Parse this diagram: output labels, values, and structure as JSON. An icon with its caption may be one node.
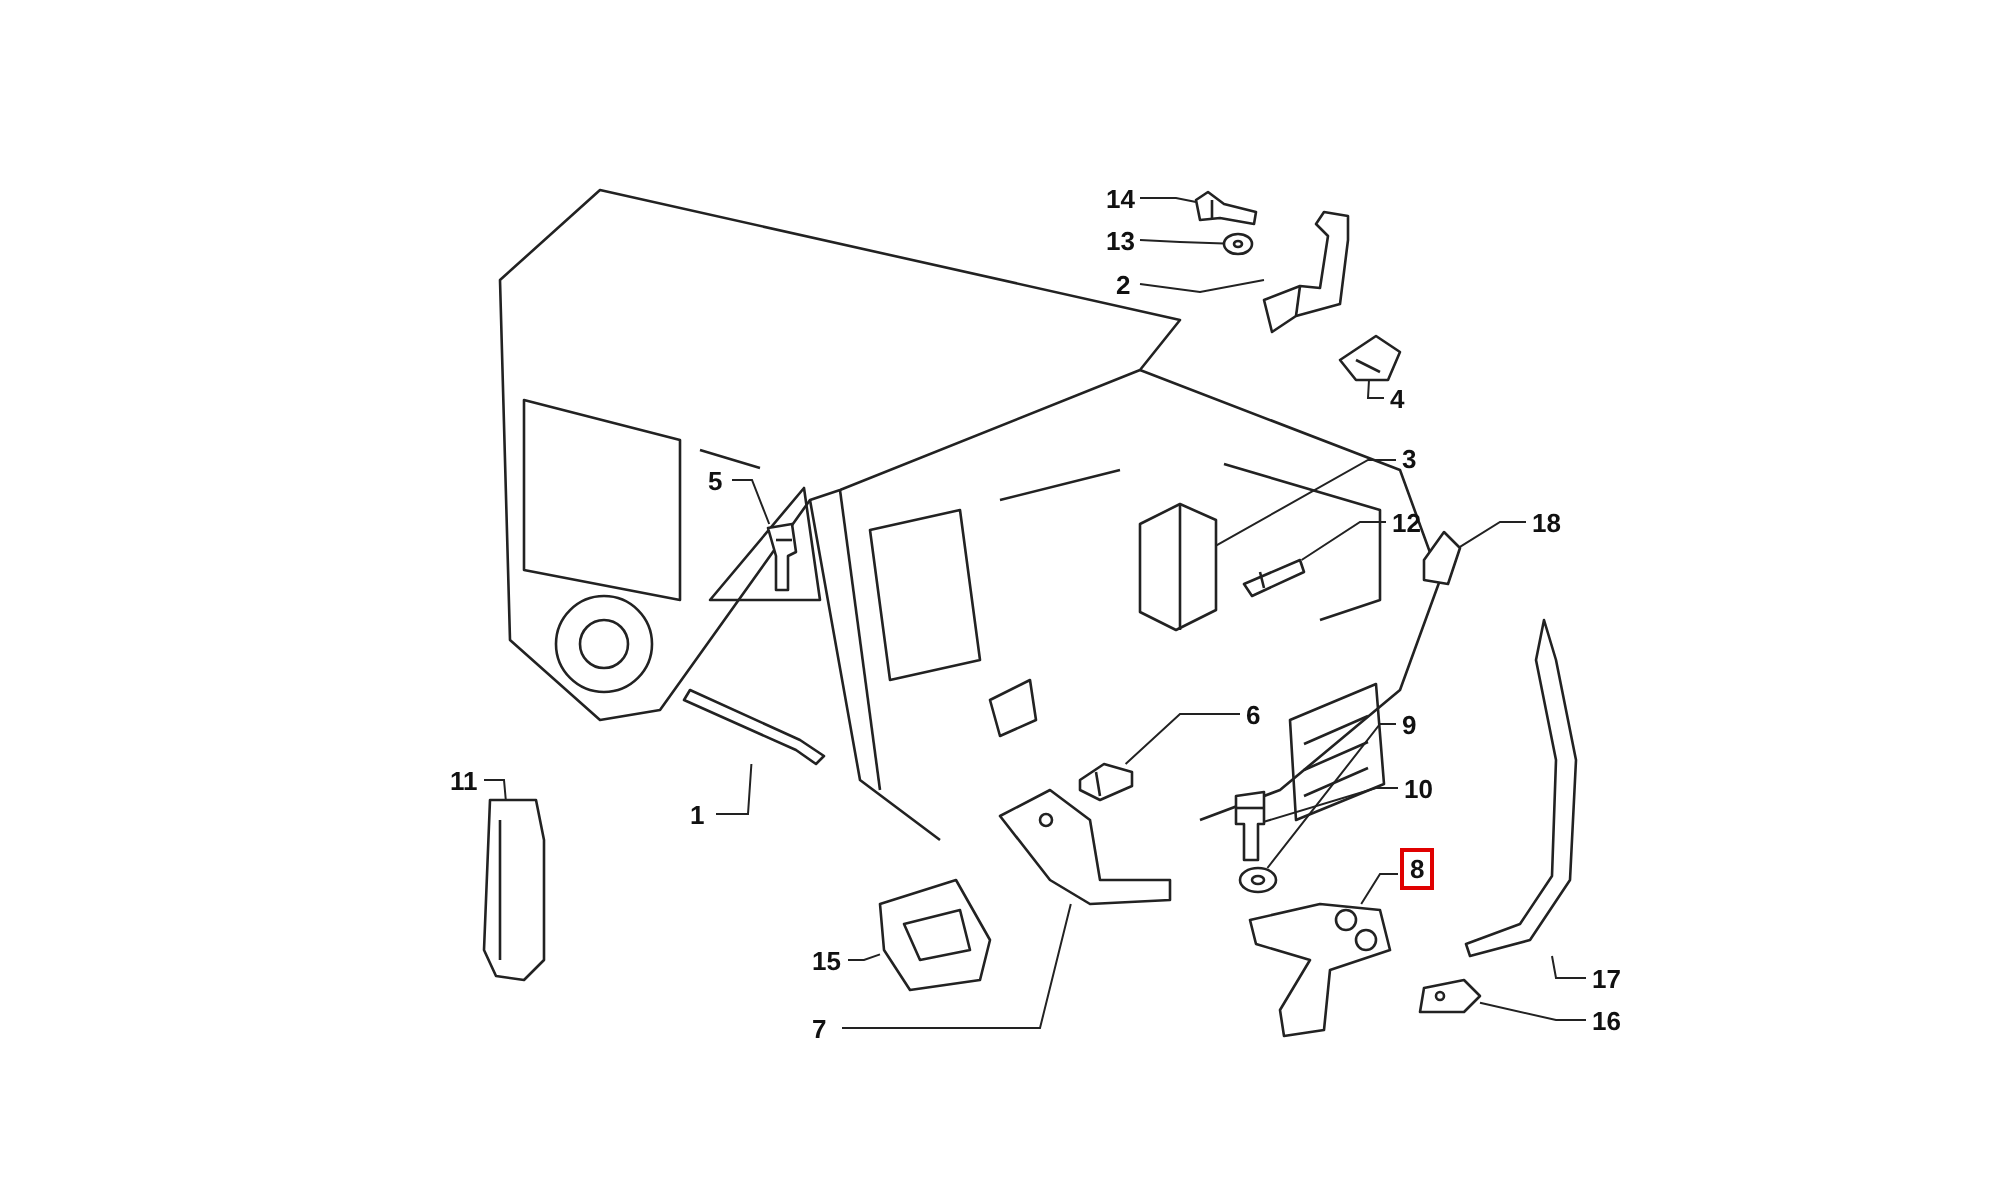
{
  "diagram": {
    "nodes": [
      {
        "text": [
          "14"
        ]
      },
      {
        "text": [
          "13"
        ]
      },
      {
        "text": [
          "2"
        ]
      },
      {
        "text": [
          "4"
        ]
      },
      {
        "text": [
          "3"
        ]
      },
      {
        "text": [
          "12"
        ]
      },
      {
        "text": [
          "18"
        ]
      },
      {
        "text": [
          "5"
        ]
      },
      {
        "text": [
          "6"
        ]
      },
      {
        "text": [
          "9"
        ]
      },
      {
        "text": [
          "10"
        ]
      },
      {
        "text": [
          "8"
        ]
      },
      {
        "text": [
          "11"
        ]
      },
      {
        "text": [
          "1"
        ]
      },
      {
        "text": [
          "15"
        ]
      },
      {
        "text": [
          "7"
        ]
      },
      {
        "text": [
          "17"
        ]
      },
      {
        "text": [
          "16"
        ]
      },
      {
        "text": [],
        "shape": "picture"
      },
      {
        "text": [],
        "shape": "picture"
      },
      {
        "text": [],
        "shape": "picture"
      },
      {
        "text": [],
        "shape": "picture"
      },
      {
        "text": [],
        "shape": "picture"
      },
      {
        "text": [],
        "shape": "picture"
      },
      {
        "text": [],
        "shape": "picture"
      },
      {
        "text": [],
        "shape": "picture"
      },
      {
        "text": [],
        "shape": "picture"
      },
      {
        "text": [],
        "shape": "picture"
      },
      {
        "text": [],
        "shape": "picture"
      },
      {
        "text": [],
        "shape": "picture"
      },
      {
        "text": [],
        "shape": "picture"
      },
      {
        "text": [],
        "shape": "picture"
      },
      {
        "text": [],
        "shape": "picture"
      },
      {
        "text": [],
        "shape": "picture"
      },
      {
        "text": [],
        "shape": "picture"
      },
      {
        "text": [],
        "shape": "picture"
      }
    ],
    "edges": [
      {
        "from": 0,
        "to": 18,
        "arrow": "none"
      },
      {
        "from": 1,
        "to": 19,
        "arrow": "none"
      },
      {
        "from": 2,
        "to": 20,
        "arrow": "none"
      },
      {
        "from": 3,
        "to": 21,
        "arrow": "none"
      },
      {
        "from": 4,
        "to": 22,
        "arrow": "none"
      },
      {
        "from": 5,
        "to": 23,
        "arrow": "none"
      },
      {
        "from": 6,
        "to": 24,
        "arrow": "none"
      },
      {
        "from": 7,
        "to": 25,
        "arrow": "none"
      },
      {
        "from": 8,
        "to": 26,
        "arrow": "none"
      },
      {
        "from": 9,
        "to": 27,
        "arrow": "none"
      },
      {
        "from": 10,
        "to": 28,
        "arrow": "none"
      },
      {
        "from": 11,
        "to": 29,
        "arrow": "none"
      },
      {
        "from": 12,
        "to": 30,
        "arrow": "none"
      },
      {
        "from": 13,
        "to": 31,
        "arrow": "none"
      },
      {
        "from": 14,
        "to": 32,
        "arrow": "none"
      },
      {
        "from": 15,
        "to": 33,
        "arrow": "none"
      },
      {
        "from": 16,
        "to": 34,
        "arrow": "none"
      },
      {
        "from": 17,
        "to": 35,
        "arrow": "none"
      }
    ]
  }
}
